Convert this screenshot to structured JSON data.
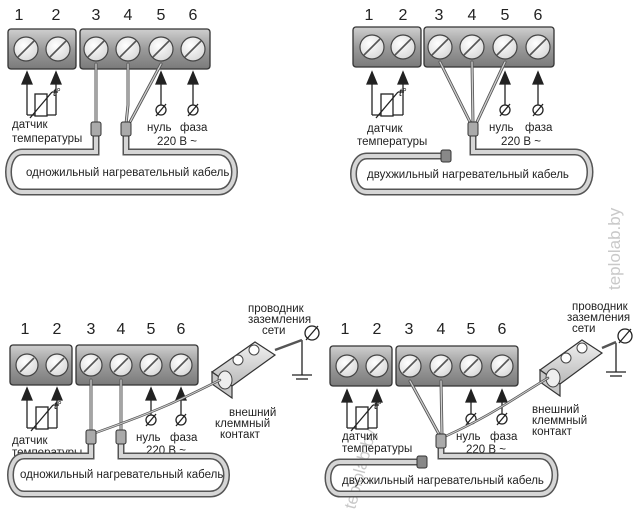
{
  "watermark": "teplolab.by",
  "diagrams": [
    {
      "terminals": [
        "1",
        "2",
        "3",
        "4",
        "5",
        "6"
      ],
      "sensor_label": [
        "датчик",
        "температуры"
      ],
      "neutral_label": "нуль",
      "phase_label": "фаза",
      "voltage_label": "220 В ~",
      "cable_label": "одножильный нагревательный кабель"
    },
    {
      "terminals": [
        "1",
        "2",
        "3",
        "4",
        "5",
        "6"
      ],
      "sensor_label": [
        "датчик",
        "температуры"
      ],
      "neutral_label": "нуль",
      "phase_label": "фаза",
      "voltage_label": "220 В ~",
      "cable_label": "двухжильный нагревательный кабель"
    },
    {
      "terminals": [
        "1",
        "2",
        "3",
        "4",
        "5",
        "6"
      ],
      "sensor_label": [
        "датчик",
        "температуры"
      ],
      "neutral_label": "нуль",
      "phase_label": "фаза",
      "voltage_label": "220 В ~",
      "cable_label": "одножильный нагревательный кабель",
      "ground_label": [
        "проводник",
        "заземления",
        "сети"
      ],
      "clamp_label": [
        "внешний",
        "клеммный",
        "контакт"
      ]
    },
    {
      "terminals": [
        "1",
        "2",
        "3",
        "4",
        "5",
        "6"
      ],
      "sensor_label": [
        "датчик",
        "температуры"
      ],
      "neutral_label": "нуль",
      "phase_label": "фаза",
      "voltage_label": "220 В ~",
      "cable_label": "двухжильный нагревательный кабель",
      "ground_label": [
        "проводник",
        "заземления",
        "сети"
      ],
      "clamp_label": [
        "внешний",
        "клеммный",
        "контакт"
      ]
    }
  ]
}
